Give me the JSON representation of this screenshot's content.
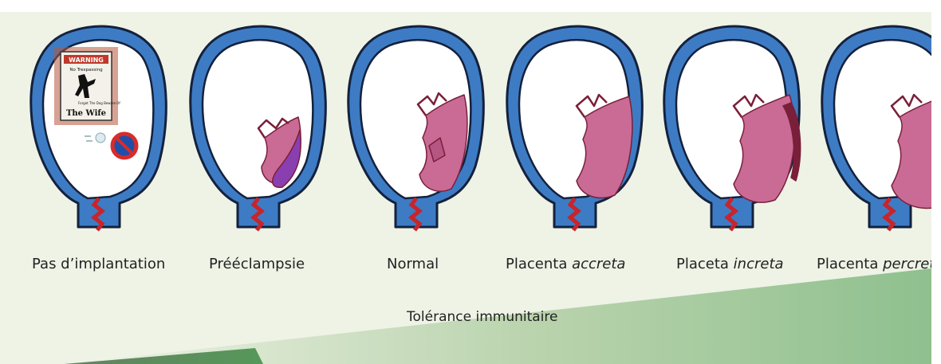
{
  "stages": [
    {
      "label": "Pas d’implantation",
      "label_italic": "",
      "implant": "none"
    },
    {
      "label": "Prééclampsie",
      "label_italic": "",
      "implant": "shallow"
    },
    {
      "label": "Normal",
      "label_italic": "",
      "implant": "normal"
    },
    {
      "label": "Placenta ",
      "label_italic": "accreta",
      "implant": "accreta"
    },
    {
      "label": "Placeta ",
      "label_italic": "increta",
      "implant": "increta"
    },
    {
      "label": "Placenta ",
      "label_italic": "percreta",
      "implant": "percreta"
    }
  ],
  "warning_sign": {
    "header": "WARNING",
    "line1": "No Trespassing",
    "line2": "Forget The Dog Beware Of",
    "line3": "The Wife"
  },
  "axis_label": "Tolérance immunitaire",
  "colors": {
    "background": "#eef3e6",
    "uterus_wall": "#3d7cc4",
    "uterus_outline": "#14213d",
    "cervix": "#c8242b",
    "placenta": "#c96b95",
    "placenta_dark": "#7a1f3a",
    "preeclampsia_violet": "#8a3fb0",
    "wedge_light": "#e4eedd",
    "wedge_dark": "#3f8a46"
  }
}
